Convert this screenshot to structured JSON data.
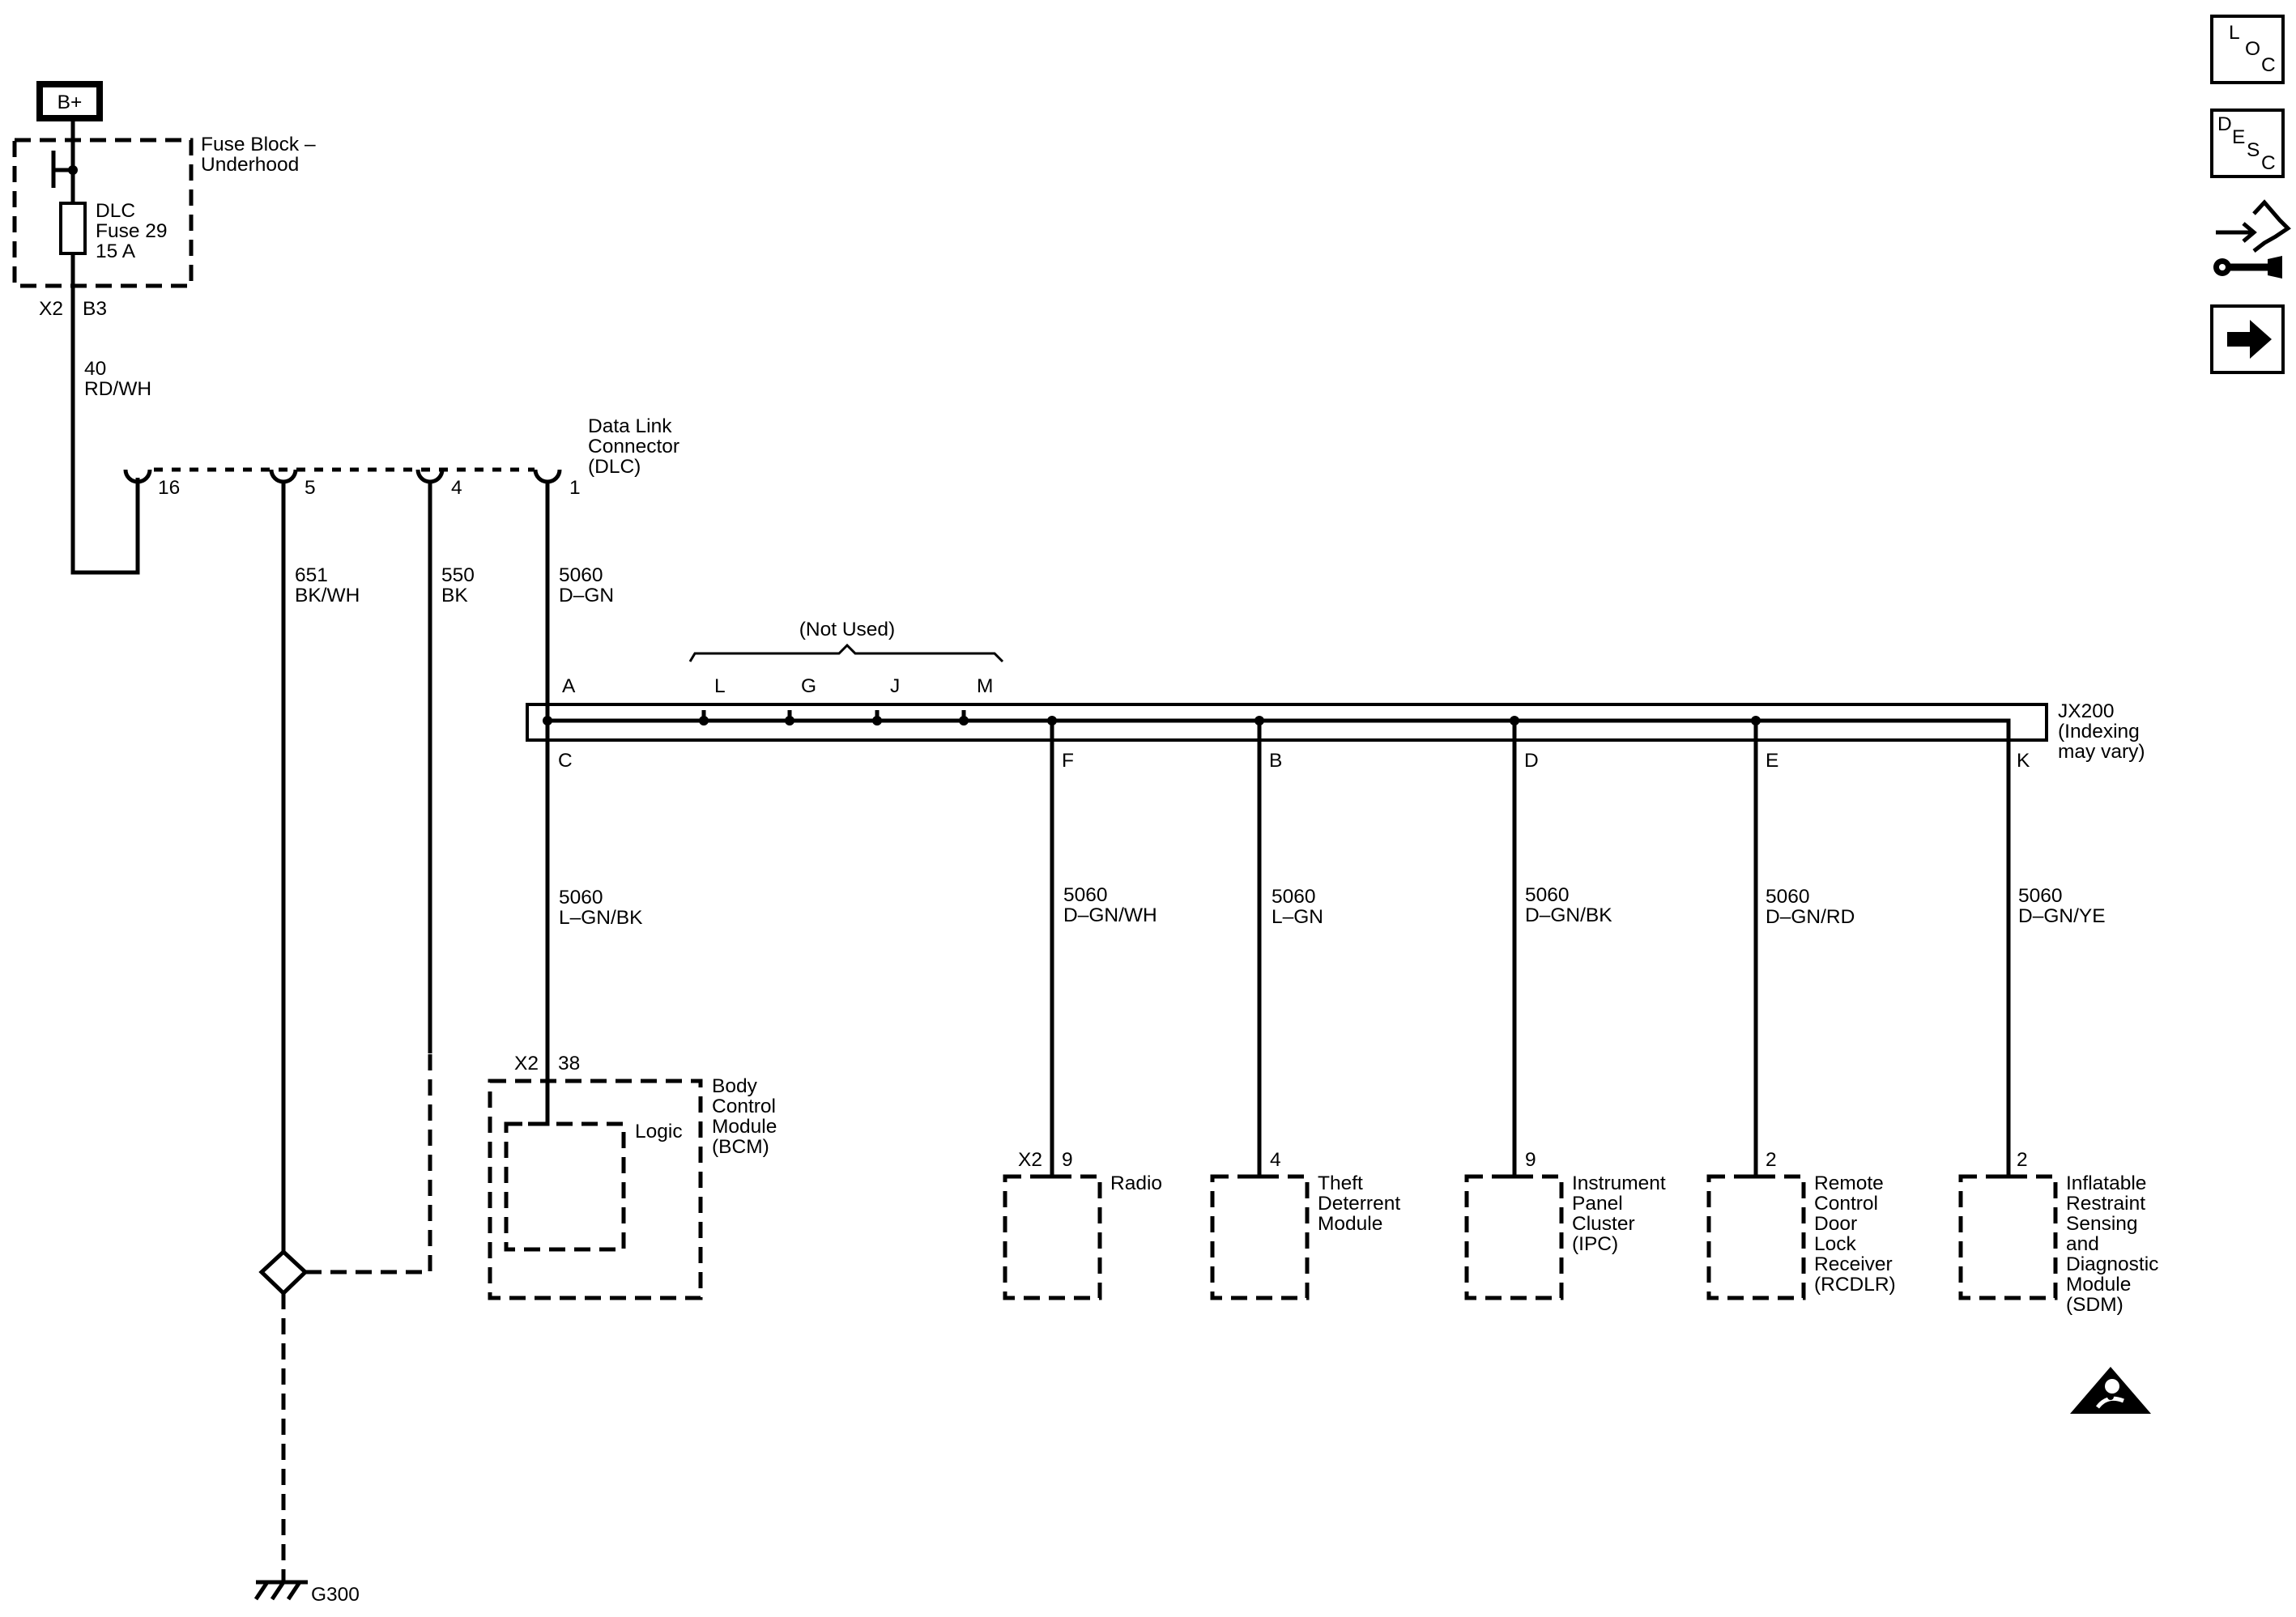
{
  "battery": {
    "label": "B+"
  },
  "fuse_block": {
    "name_line1": "Fuse Block –",
    "name_line2": "Underhood",
    "connector": "X2",
    "pin": "B3"
  },
  "fuse": {
    "line1": "DLC",
    "line2": "Fuse 29",
    "line3": "15 A"
  },
  "feed_wire": {
    "circuit": "40",
    "color": "RD/WH"
  },
  "dlc": {
    "name_line1": "Data Link",
    "name_line2": "Connector",
    "name_line3": "(DLC)",
    "pins": [
      "16",
      "5",
      "4",
      "1"
    ]
  },
  "dlc_wires": [
    {
      "circuit": "651",
      "color": "BK/WH"
    },
    {
      "circuit": "550",
      "color": "BK"
    },
    {
      "circuit": "5060",
      "color": "D–GN"
    }
  ],
  "splice": {
    "name": "JX200",
    "note_line1": "(Indexing",
    "note_line2": "may vary)",
    "not_used_label": "(Not Used)",
    "top_pins": [
      "A",
      "L",
      "G",
      "J",
      "M"
    ],
    "bottom_pins": [
      "C",
      "F",
      "B",
      "D",
      "E",
      "K"
    ]
  },
  "branch_wires": [
    {
      "circuit": "5060",
      "color": "L–GN/BK"
    },
    {
      "circuit": "5060",
      "color": "D–GN/WH"
    },
    {
      "circuit": "5060",
      "color": "L–GN"
    },
    {
      "circuit": "5060",
      "color": "D–GN/BK"
    },
    {
      "circuit": "5060",
      "color": "D–GN/RD"
    },
    {
      "circuit": "5060",
      "color": "D–GN/YE"
    }
  ],
  "bcm": {
    "connector": "X2",
    "pin": "38",
    "logic": "Logic",
    "lines": [
      "Body",
      "Control",
      "Module",
      "(BCM)"
    ]
  },
  "modules": [
    {
      "connector": "X2",
      "pin": "9",
      "lines": [
        "Radio"
      ]
    },
    {
      "connector": "",
      "pin": "4",
      "lines": [
        "Theft",
        "Deterrent",
        "Module"
      ]
    },
    {
      "connector": "",
      "pin": "9",
      "lines": [
        "Instrument",
        "Panel",
        "Cluster",
        "(IPC)"
      ]
    },
    {
      "connector": "",
      "pin": "2",
      "lines": [
        "Remote",
        "Control",
        "Door",
        "Lock",
        "Receiver",
        "(RCDLR)"
      ]
    },
    {
      "connector": "",
      "pin": "2",
      "lines": [
        "Inflatable",
        "Restraint",
        "Sensing",
        "and",
        "Diagnostic",
        "Module",
        "(SDM)"
      ]
    }
  ],
  "ground": {
    "label": "G300"
  },
  "side_buttons": {
    "loc": [
      "L",
      "O",
      "C"
    ],
    "desc": [
      "D",
      "E",
      "S",
      "C"
    ],
    "icons": [
      "connector-tool-icon",
      "next-arrow-icon"
    ]
  },
  "warning_icon": "airbag-warning-icon"
}
